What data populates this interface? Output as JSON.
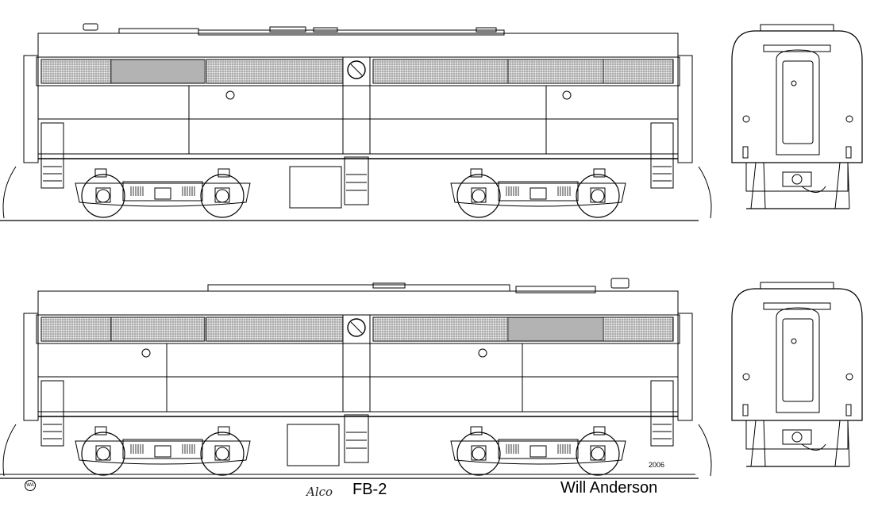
{
  "title": {
    "model": "FB-2",
    "author": "Will Anderson",
    "year": "2006",
    "builder_logo": "Alco",
    "copyright_mark": "WA"
  },
  "views": [
    {
      "name": "side-view-upper",
      "kind": "side"
    },
    {
      "name": "end-view-upper",
      "kind": "end"
    },
    {
      "name": "side-view-lower",
      "kind": "side"
    },
    {
      "name": "end-view-lower",
      "kind": "end"
    }
  ],
  "colors": {
    "line": "#000000",
    "grille": "#555555",
    "background": "#ffffff"
  }
}
